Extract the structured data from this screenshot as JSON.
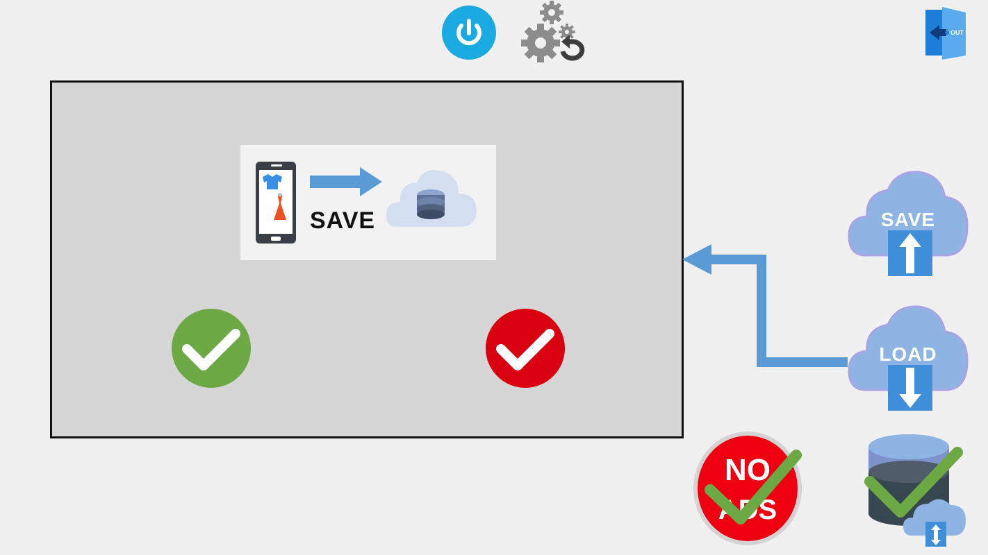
{
  "toolbar": {
    "power_icon": "power-icon",
    "settings_icon": "settings-gears-icon",
    "exit_icon": "exit-door-icon",
    "exit_label": "OUT"
  },
  "dialog": {
    "info": {
      "label": "SAVE",
      "icons": [
        "smartphone-icon",
        "arrow-right-icon",
        "cloud-database-icon"
      ]
    },
    "confirm_icon": "green-check-icon",
    "cancel_icon": "red-check-icon"
  },
  "side": {
    "save_label": "SAVE",
    "load_label": "LOAD",
    "save_icon": "cloud-upload-icon",
    "load_icon": "cloud-download-icon",
    "connector_icon": "arrow-left-icon"
  },
  "bottom": {
    "no_ads_line1": "NO",
    "no_ads_line2": "ADS",
    "no_ads_icon": "no-ads-check-icon",
    "backup_icon": "database-sync-check-icon"
  },
  "colors": {
    "accent_blue": "#5b9bd5",
    "cloud_blue": "#8eb4e3",
    "power_cyan": "#1aa9e1",
    "check_green": "#6ca843",
    "check_red": "#d9000f",
    "gear_gray": "#8c8c8c",
    "dialog_bg": "#d6d6d6",
    "page_bg": "#f0f0f0"
  }
}
